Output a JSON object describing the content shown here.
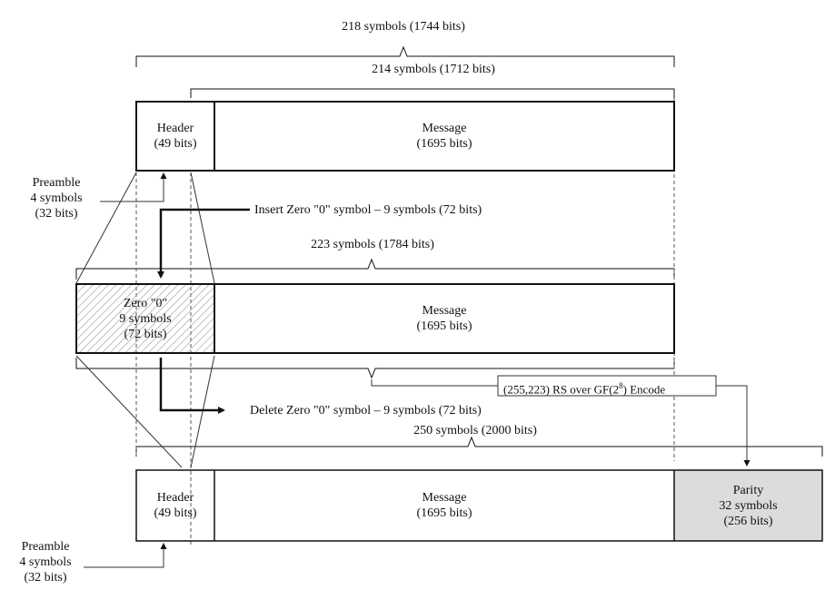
{
  "brackets": {
    "top_total": "218 symbols (1744 bits)",
    "top_inner": "214 symbols (1712 bits)",
    "middle": "223 symbols (1784 bits)",
    "bottom": "250 symbols (2000 bits)"
  },
  "frame1": {
    "header_line1": "Header",
    "header_line2": "(49 bits)",
    "message_line1": "Message",
    "message_line2": "(1695 bits)"
  },
  "preamble_top": {
    "line1": "Preamble",
    "line2": "4 symbols",
    "line3": "(32 bits)"
  },
  "insert_zero": "Insert Zero \"0\" symbol – 9 symbols (72 bits)",
  "frame2": {
    "zero_line1": "Zero \"0\"",
    "zero_line2": "9 symbols",
    "zero_line3": "(72 bits)",
    "message_line1": "Message",
    "message_line2": "(1695 bits)"
  },
  "rs_encode": {
    "prefix": "(255,223) RS over GF(2",
    "exponent": "8",
    "suffix": ") Encode"
  },
  "delete_zero": "Delete Zero \"0\" symbol – 9 symbols (72 bits)",
  "frame3": {
    "header_line1": "Header",
    "header_line2": "(49 bits)",
    "message_line1": "Message",
    "message_line2": "(1695 bits)",
    "parity_line1": "Parity",
    "parity_line2": "32 symbols",
    "parity_line3": "(256 bits)"
  },
  "preamble_bottom": {
    "line1": "Preamble",
    "line2": "4 symbols",
    "line3": "(32 bits)"
  },
  "colors": {
    "line": "#111111",
    "parity_fill": "#dcdcdc",
    "hatch": "#9a9a9a"
  }
}
